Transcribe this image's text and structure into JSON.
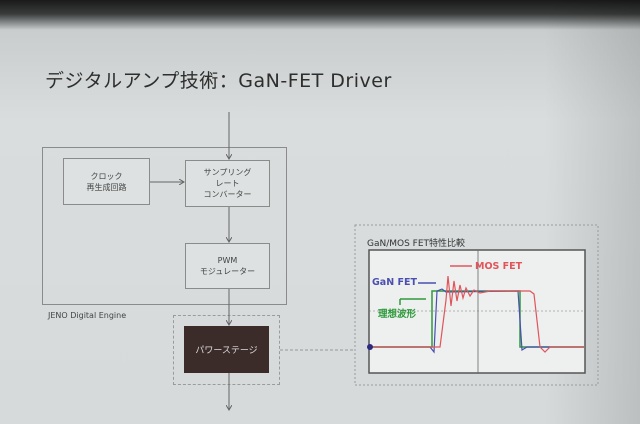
{
  "slide": {
    "title": "デジタルアンプ技術：GaN-FET Driver",
    "engine_label": "JENO Digital Engine",
    "blocks": {
      "clock": [
        "クロック",
        "再生成回路"
      ],
      "src": [
        "サンプリング",
        "レート",
        "コンバーター"
      ],
      "pwm": [
        "PWM",
        "モジュレーター"
      ],
      "power": "パワーステージ"
    },
    "comparison": {
      "title": "GaN/MOS FET特性比較",
      "labels": {
        "mos": "MOS FET",
        "gan": "GaN FET",
        "ideal": "理想波形"
      },
      "colors": {
        "mos": "#e0555a",
        "gan": "#4a4fb0",
        "ideal": "#2f9a3c"
      }
    }
  }
}
